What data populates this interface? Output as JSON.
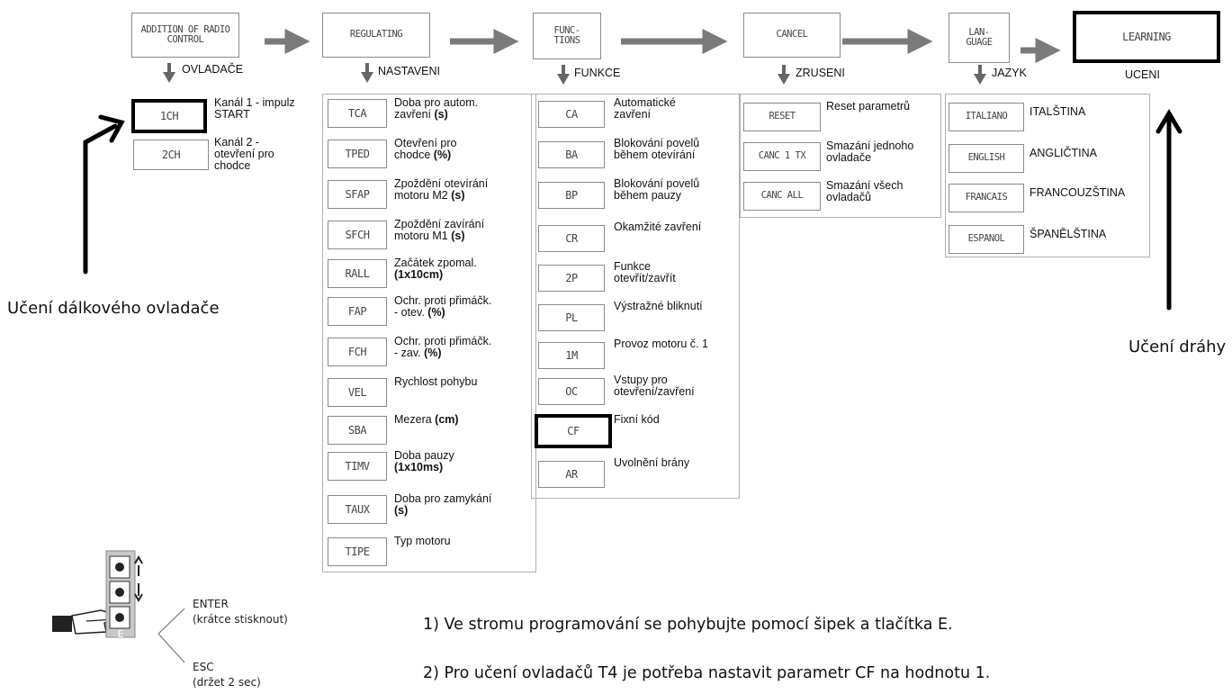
{
  "menu": [
    {
      "key": "radio",
      "title": "ADDITION OF RADIO CONTROL",
      "caption": "OVLADAČE"
    },
    {
      "key": "regulating",
      "title": "REGULATING",
      "caption": "NASTAVENI"
    },
    {
      "key": "functions",
      "title": "FUNC-\nTIONS",
      "caption": "FUNKCE"
    },
    {
      "key": "cancel",
      "title": "CANCEL",
      "caption": "ZRUSENI"
    },
    {
      "key": "language",
      "title": "LAN-\nGUAGE",
      "caption": "JAZYK"
    },
    {
      "key": "learning",
      "title": "LEARNING",
      "caption": "UCENI"
    }
  ],
  "radio_items": [
    {
      "code": "1CH",
      "l1": "Kanál 1 - impulz",
      "l2": "START",
      "l3": ""
    },
    {
      "code": "2CH",
      "l1": "Kanál 2 -",
      "l2": "otevření pro",
      "l3": "chodce"
    }
  ],
  "regulating_items": [
    {
      "code": "TCA",
      "l1": "Doba pro autom.",
      "l2": "zavření ",
      "b2": "(s)"
    },
    {
      "code": "TPED",
      "l1": "Otevření pro",
      "l2": "chodce ",
      "b2": "(%)"
    },
    {
      "code": "SFAP",
      "l1": "Zpoždění otevírání",
      "l2": "motoru M2 ",
      "b2": "(s)"
    },
    {
      "code": "SFCH",
      "l1": "Zpoždění zavírání",
      "l2": "motoru M1 ",
      "b2": "(s)"
    },
    {
      "code": "RALL",
      "l1": "Začátek zpomal.",
      "l2": "",
      "b2": "(1x10cm)"
    },
    {
      "code": "FAP",
      "l1": "Ochr. proti přimáčk.",
      "l2": "- otev. ",
      "b2": "(%)"
    },
    {
      "code": "FCH",
      "l1": "Ochr. proti přimáčk.",
      "l2": "- zav. ",
      "b2": "(%)"
    },
    {
      "code": "VEL",
      "l1": "Rychlost pohybu",
      "l2": "",
      "b2": ""
    },
    {
      "code": "SBA",
      "l1": "Mezera ",
      "b1": "(cm)",
      "l2": "",
      "b2": ""
    },
    {
      "code": "TIMV",
      "l1": "Doba pauzy",
      "l2": "",
      "b2": "(1x10ms)"
    },
    {
      "code": "TAUX",
      "l1": "Doba pro zamykání",
      "l2": "",
      "b2": "(s)"
    },
    {
      "code": "TIPE",
      "l1": "Typ motoru",
      "l2": "",
      "b2": ""
    }
  ],
  "function_items": [
    {
      "code": "CA",
      "l1": "Automatické",
      "l2": "zavření"
    },
    {
      "code": "BA",
      "l1": "Blokování povelů",
      "l2": "během otevírání"
    },
    {
      "code": "BP",
      "l1": "Blokování povelů",
      "l2": "během pauzy"
    },
    {
      "code": "CR",
      "l1": "Okamžité zavření",
      "l2": ""
    },
    {
      "code": "2P",
      "l1": "Funkce",
      "l2": "otevřít/zavřít"
    },
    {
      "code": "PL",
      "l1": "Výstražné bliknutí",
      "l2": ""
    },
    {
      "code": "1M",
      "l1": "Provoz motoru č. 1",
      "l2": ""
    },
    {
      "code": "OC",
      "l1": "Vstupy pro",
      "l2": "otevření/zavření"
    },
    {
      "code": "CF",
      "l1": "Fixní kód",
      "l2": ""
    },
    {
      "code": "AR",
      "l1": "Uvolnění brány",
      "l2": ""
    }
  ],
  "cancel_items": [
    {
      "code": "RESET",
      "l1": "Reset parametrů",
      "l2": ""
    },
    {
      "code": "CANC 1 TX",
      "l1": "Smazání jednoho",
      "l2": "ovladače"
    },
    {
      "code": "CANC ALL",
      "l1": "Smazání všech",
      "l2": "ovladačů"
    }
  ],
  "language_items": [
    {
      "code": "ITALIANO",
      "label": "ITALŠTINA"
    },
    {
      "code": "ENGLISH",
      "label": "ANGLIČTINA"
    },
    {
      "code": "FRANCAIS",
      "label": "FRANCOUZŠTINA"
    },
    {
      "code": "ESPANOL",
      "label": "ŠPANĚLŠTINA"
    }
  ],
  "callouts": {
    "remote_learning": "Učení dálkového ovladače",
    "track_learning": "Učení dráhy"
  },
  "keypad": {
    "key_label": "E",
    "enter": "ENTER",
    "enter_hint": "(krátce stisknout)",
    "esc": "ESC",
    "esc_hint": "(držet 2 sec)"
  },
  "notes": [
    "1) Ve stromu programování se pohybujte pomocí šipek a tlačítka E.",
    "2) Pro učení ovladačů T4 je potřeba nastavit parametr CF na hodnotu 1."
  ],
  "icons": [
    "arrow-right-icon",
    "arrow-down-icon",
    "hand-pointer-icon",
    "arrow-up-icon",
    "arrow-down-small-icon"
  ]
}
